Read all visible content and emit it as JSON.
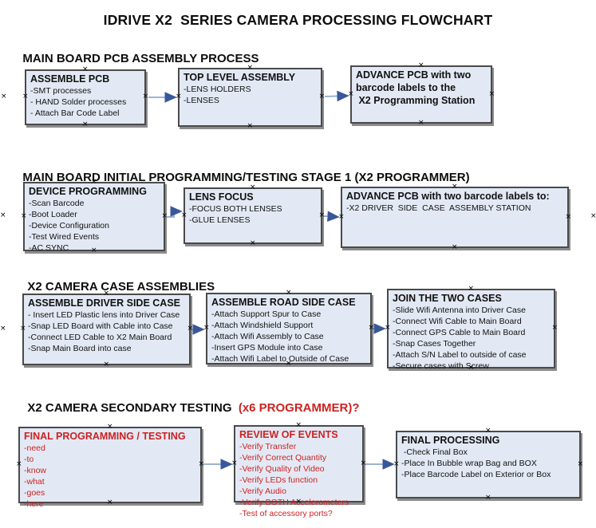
{
  "page_title": "IDRIVE X2  SERIES CAMERA PROCESSING FLOWCHART",
  "anchor_glyph": "×",
  "colors": {
    "box_fill": "#e3e9f4",
    "box_border": "#4a4a4a",
    "red_text": "#cc2222",
    "arrow_shaft": "#90a8ce",
    "arrow_head": "#39589b"
  },
  "sections": [
    {
      "heading": "MAIN BOARD PCB ASSEMBLY PROCESS",
      "boxes": [
        {
          "title_lines": [
            "ASSEMBLE PCB"
          ],
          "items": [
            "-SMT processes",
            "- HAND Solder processes",
            "- Attach Bar Code Label"
          ],
          "accent": "black"
        },
        {
          "title_lines": [
            "TOP LEVEL ASSEMBLY"
          ],
          "items": [
            "-LENS HOLDERS",
            "-LENSES"
          ],
          "accent": "black"
        },
        {
          "title_lines": [
            "ADVANCE PCB with two",
            "barcode labels to the",
            " X2 Programming Station"
          ],
          "items": [],
          "accent": "black"
        }
      ]
    },
    {
      "heading": "MAIN BOARD INITIAL PROGRAMMING/TESTING STAGE 1 (X2 PROGRAMMER)",
      "boxes": [
        {
          "title_lines": [
            "DEVICE PROGRAMMING"
          ],
          "items": [
            "-Scan Barcode",
            "-Boot Loader",
            "-Device Configuration",
            "-Test Wired Events",
            "-AC SYNC"
          ],
          "accent": "black"
        },
        {
          "title_lines": [
            "LENS FOCUS"
          ],
          "items": [
            "-FOCUS BOTH LENSES",
            "-GLUE LENSES"
          ],
          "accent": "black"
        },
        {
          "title_lines": [
            "ADVANCE PCB with two barcode labels to:"
          ],
          "items": [
            "-X2 DRIVER  SIDE  CASE  ASSEMBLY STATION"
          ],
          "accent": "black"
        }
      ]
    },
    {
      "heading": "X2 CAMERA CASE ASSEMBLIES",
      "boxes": [
        {
          "title_lines": [
            "ASSEMBLE DRIVER SIDE CASE"
          ],
          "items": [
            "- Insert LED Plastic lens into Driver Case",
            "-Snap LED Board with Cable into Case",
            "-Connect LED Cable to X2 Main Board",
            "-Snap Main Board into case"
          ],
          "accent": "black"
        },
        {
          "title_lines": [
            "ASSEMBLE ROAD SIDE CASE"
          ],
          "items": [
            "-Attach Support Spur to Case",
            "-Attach Windshield Support",
            "-Attach Wifi Assembly to Case",
            "-Insert GPS Module into Case",
            "-Attach Wifi Label to Outside of Case"
          ],
          "accent": "black"
        },
        {
          "title_lines": [
            "JOIN THE TWO CASES"
          ],
          "items": [
            "-Slide Wifi Antenna into Driver Case",
            "-Connect Wifi Cable to Main Board",
            "-Connect GPS Cable to Main Board",
            "-Snap Cases Together",
            "-Attach S/N Label to outside of case",
            "-Secure cases with Screw"
          ],
          "accent": "black"
        }
      ]
    },
    {
      "heading": "X2 CAMERA SECONDARY TESTING ",
      "heading_red": " (x6 PROGRAMMER)?",
      "boxes": [
        {
          "title_lines": [
            "FINAL PROGRAMMING / TESTING"
          ],
          "items": [
            "-need",
            "-to",
            "-know",
            "-what",
            "-goes",
            "-here"
          ],
          "accent": "red"
        },
        {
          "title_lines": [
            "REVIEW OF EVENTS"
          ],
          "items": [
            "-Verify Transfer",
            "-Verify Correct Quantity",
            "-Verify Quality of Video",
            "-Verify LEDs function",
            "-Verify Audio",
            "-Verify BOTH Accelerometers",
            "-Test of accessory ports?"
          ],
          "accent": "red"
        },
        {
          "title_lines": [
            "FINAL PROCESSING"
          ],
          "items": [
            " -Check Final Box",
            "-Place In Bubble wrap Bag and BOX",
            "-Place Barcode Label on Exterior or Box"
          ],
          "accent": "black"
        }
      ]
    }
  ]
}
